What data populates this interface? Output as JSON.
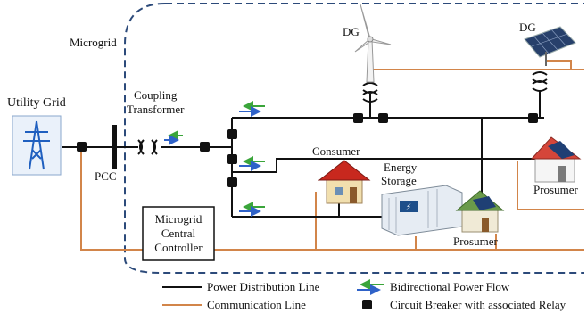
{
  "labels": {
    "microgrid": "Microgrid",
    "utility_grid": "Utility Grid",
    "pcc": "PCC",
    "coupling_line1": "Coupling",
    "coupling_line2": "Transformer",
    "dg_wind": "DG",
    "dg_solar": "DG",
    "consumer": "Consumer",
    "energy_line1": "Energy",
    "energy_line2": "Storage",
    "prosumer_right": "Prosumer",
    "prosumer_bottom": "Prosumer",
    "mcc_line1": "Microgrid",
    "mcc_line2": "Central",
    "mcc_line3": "Controller"
  },
  "legend": {
    "power_line": "Power Distribution Line",
    "comm_line": "Communication Line",
    "bidirectional": "Bidirectional Power Flow",
    "breaker": "Circuit Breaker with associated Relay"
  },
  "colors": {
    "power": "#111111",
    "comm": "#d2854a",
    "arrow_green": "#3aa53a",
    "arrow_blue": "#2f62c8",
    "boundary": "#2c4a7a"
  }
}
